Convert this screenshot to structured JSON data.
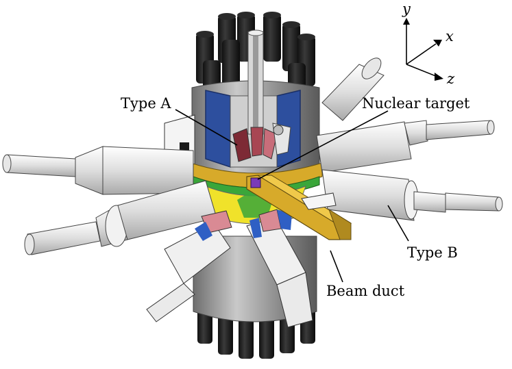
{
  "labels": {
    "type_a": "Type A",
    "nuclear_target": "Nuclear target",
    "type_b": "Type B",
    "beam_duct": "Beam duct"
  },
  "axes": {
    "y": "y",
    "x": "x",
    "z": "z"
  },
  "colors": {
    "black_tube": "#1b1b1b",
    "steel": "#9a9a9a",
    "blue_crystal": "#2d4f9e",
    "gold_frame": "#d7aa2a",
    "green_ring": "#3aa63a",
    "yellow_ring": "#f0e22a",
    "pink_crystal": "#d98a94",
    "target_purple": "#7a3bb8",
    "detector_white": "#f0f0f0"
  }
}
